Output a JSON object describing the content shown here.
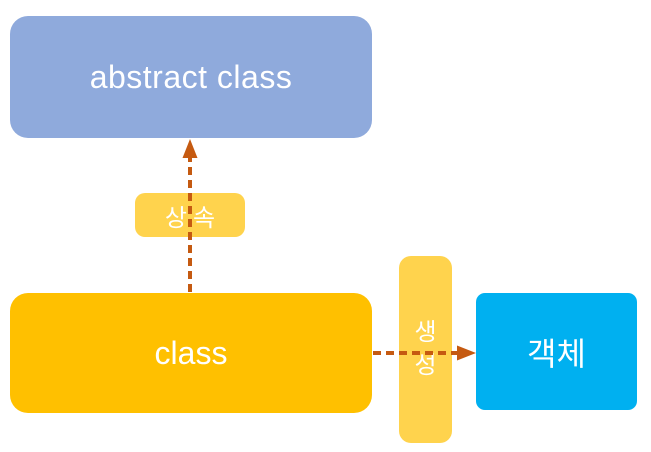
{
  "diagram": {
    "nodes": {
      "abstract_class": {
        "label": "abstract class"
      },
      "class": {
        "label": "class"
      },
      "object": {
        "label": "객체"
      }
    },
    "edges": {
      "inheritance": {
        "label": "상속",
        "from": "class",
        "to": "abstract_class",
        "style": "dashed-arrow"
      },
      "creation": {
        "label": "생성",
        "from": "class",
        "to": "object",
        "style": "dashed-arrow"
      }
    }
  },
  "colors": {
    "node-abstract": "#8FAADC",
    "node-class": "#FFC000",
    "node-object": "#00B0F0",
    "edge-label-bg": "#FFD34D",
    "arrow": "#C55A11",
    "node-text": "#FFFFFF",
    "canvas-bg": "#FFFFFF"
  }
}
